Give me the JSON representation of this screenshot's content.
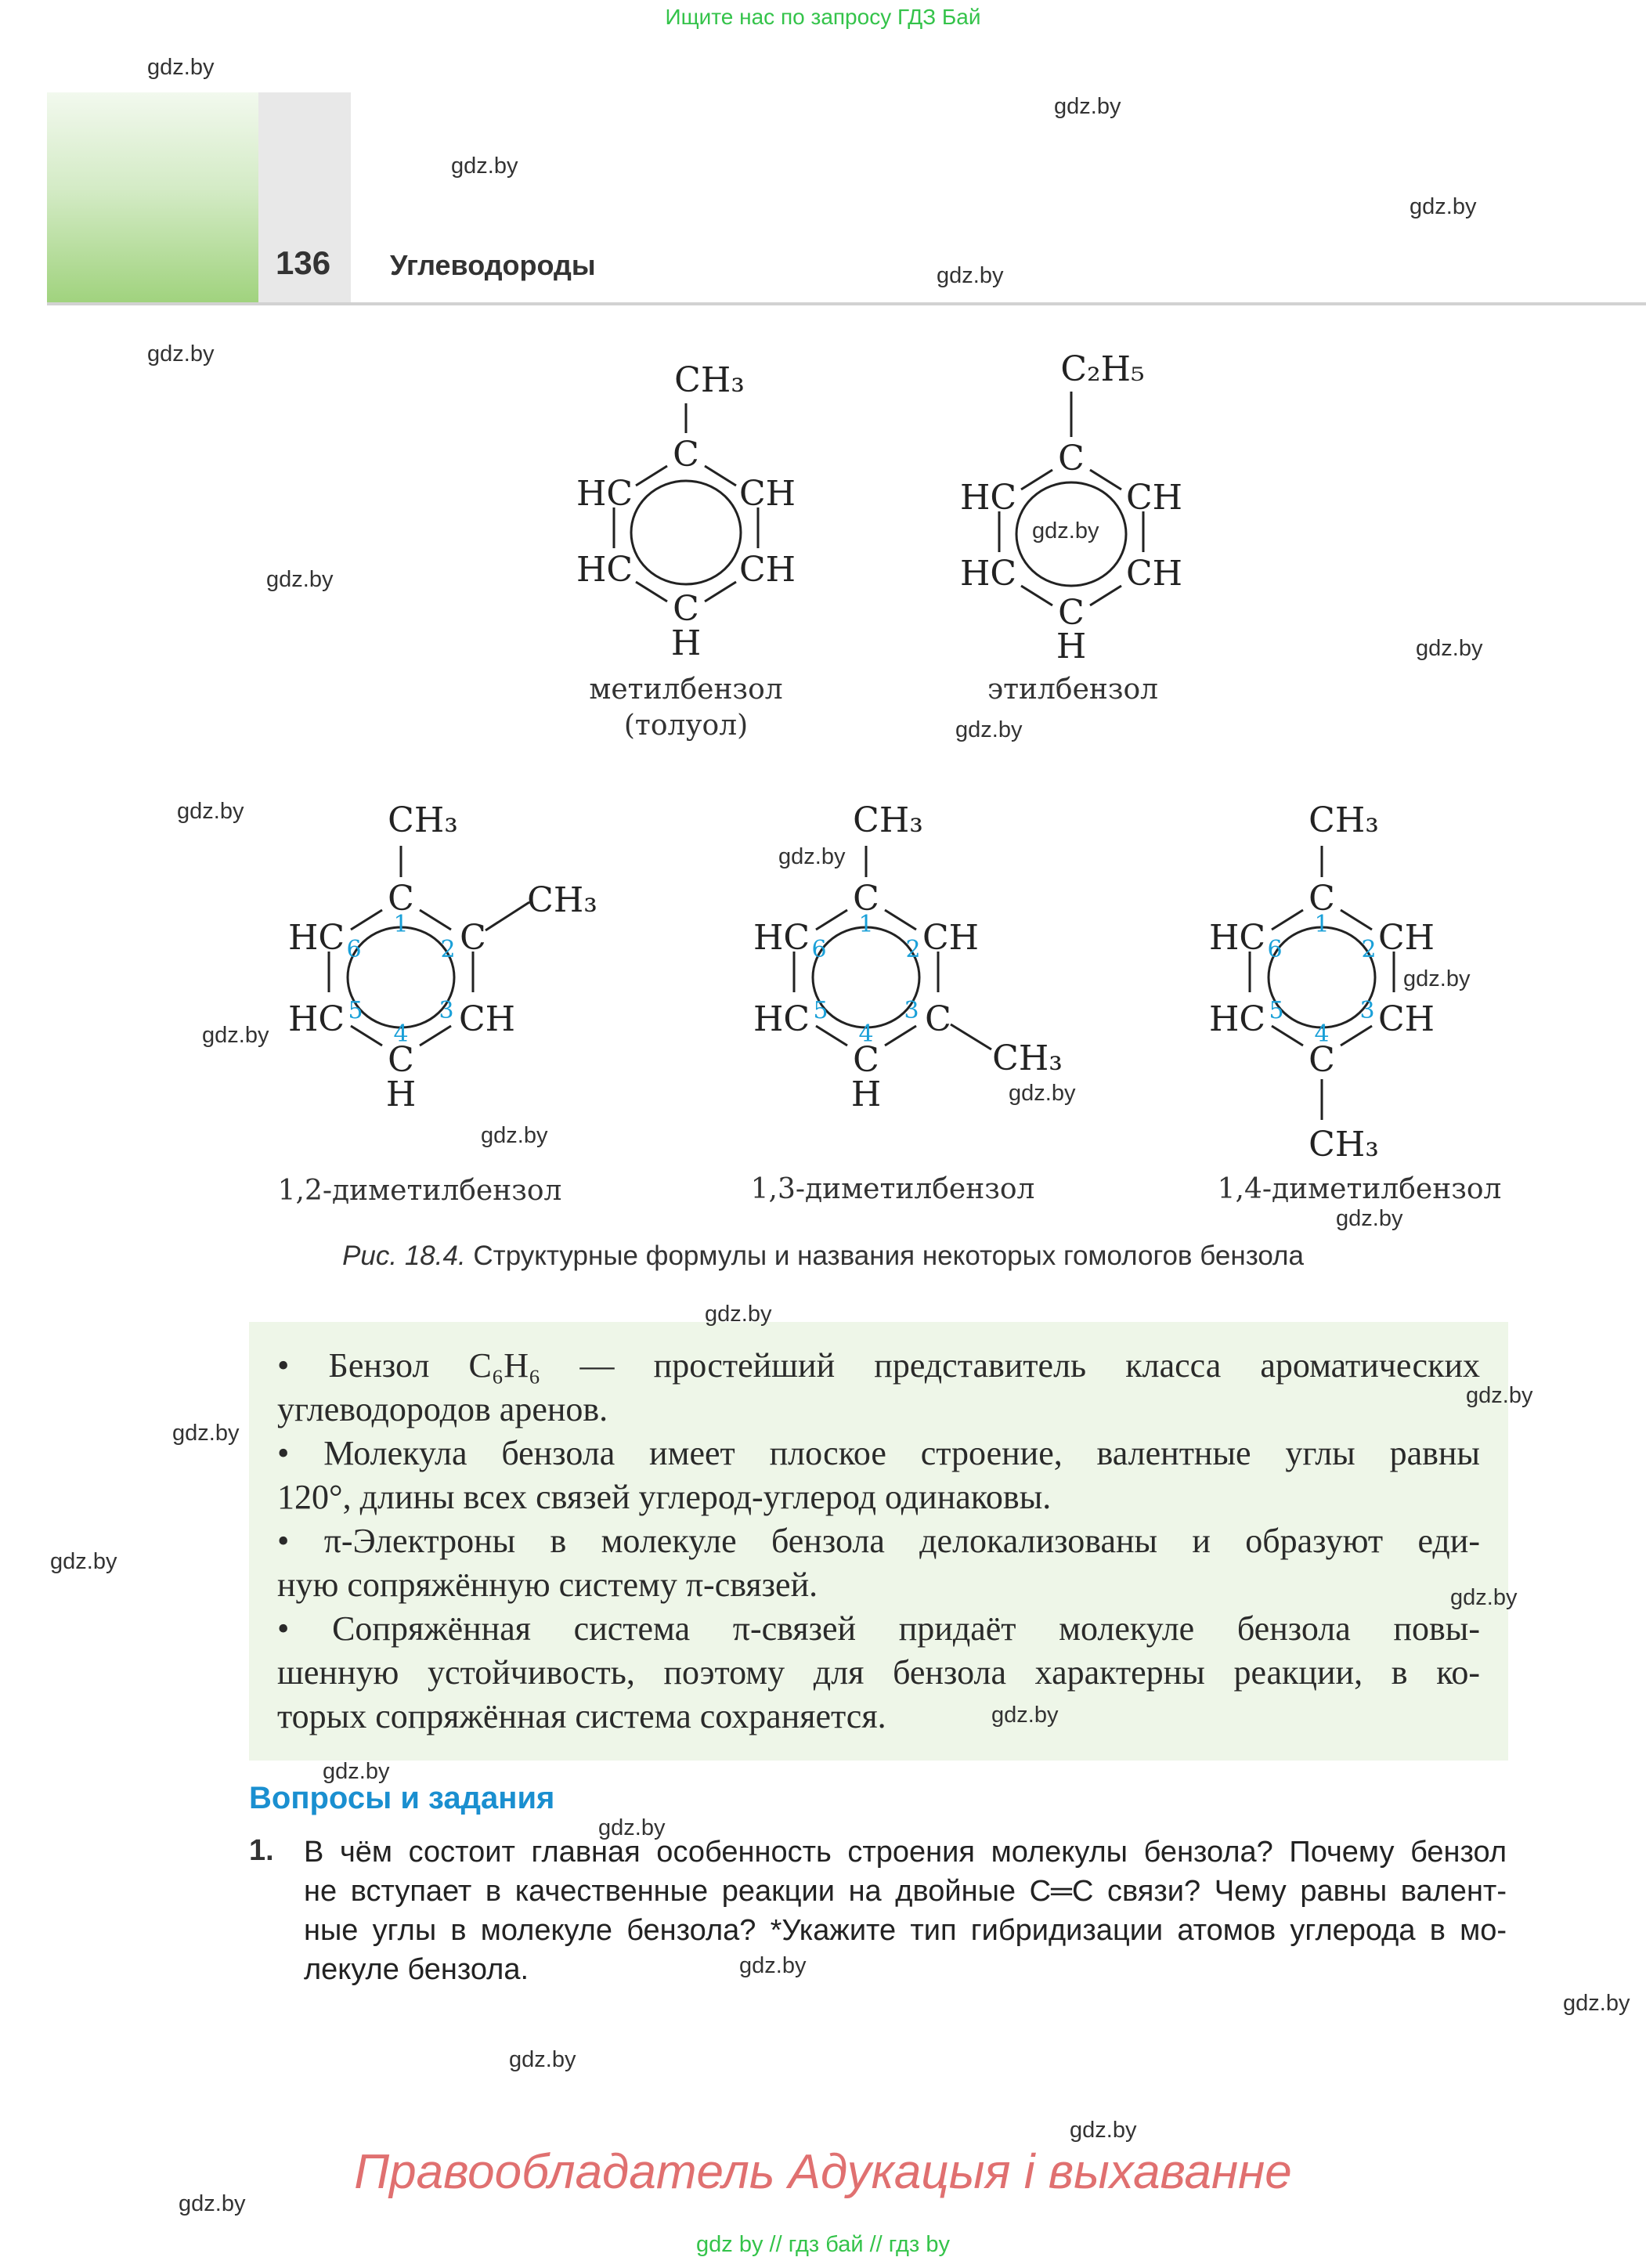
{
  "header": {
    "banner": "Ищите нас по запросу ГДЗ Бай",
    "page_number": "136",
    "section_title": "Углеводороды"
  },
  "watermark": {
    "text": "gdz.by"
  },
  "figure": {
    "molecules": [
      {
        "substituent": "CH₃",
        "ring": [
          "C",
          "HC",
          "CH",
          "HC",
          "CH",
          "C",
          "H"
        ],
        "name": "метилбензол",
        "alt_name": "(толуол)"
      },
      {
        "substituent": "C₂H₅",
        "ring": [
          "C",
          "HC",
          "CH",
          "HC",
          "CH",
          "C",
          "H"
        ],
        "name": "этилбензол"
      },
      {
        "substituent": "CH₃",
        "side": "CH₃",
        "ring": [
          "C",
          "HC",
          "C",
          "HC",
          "CH",
          "C",
          "H"
        ],
        "numbers": [
          "1",
          "2",
          "3",
          "4",
          "5",
          "6"
        ],
        "name": "1,2-диметилбензол"
      },
      {
        "substituent": "CH₃",
        "side": "CH₃",
        "ring": [
          "C",
          "HC",
          "CH",
          "HC",
          "C",
          "C",
          "H"
        ],
        "numbers": [
          "1",
          "2",
          "3",
          "4",
          "5",
          "6"
        ],
        "name": "1,3-диметилбензол"
      },
      {
        "substituent": "CH₃",
        "bottom": "CH₃",
        "ring": [
          "C",
          "HC",
          "CH",
          "HC",
          "CH",
          "C"
        ],
        "numbers": [
          "1",
          "2",
          "3",
          "4",
          "5",
          "6"
        ],
        "name": "1,4-диметилбензол"
      }
    ],
    "caption_label": "Рис. 18.4.",
    "caption_text": "Структурные формулы и названия некоторых гомологов бензола"
  },
  "summary": {
    "lines": [
      "• Бензол C₆H₆ — простейший представитель класса ароматических",
      "углеводородов аренов.",
      "• Молекула бензола имеет плоское строение, валентные углы равны",
      "120°, длины всех связей углерод-углерод одинаковы.",
      "• π-Электроны в молекуле бензола делокализованы и образуют еди-",
      "ную сопряжённую систему π-связей.",
      "• Сопряжённая система π-связей придаёт молекуле бензола повы-",
      "шенную устойчивость, поэтому для бензола характерны реакции, в ко-",
      "торых сопряжённая система сохраняется."
    ]
  },
  "questions": {
    "heading": "Вопросы и задания",
    "items": [
      {
        "number": "1.",
        "lines": [
          "В чём состоит главная особенность строения молекулы бензола? Почему бензол",
          "не вступает в качественные реакции на двойные C═C связи? Чему равны валент-",
          "ные углы в молекуле бензола? *Укажите тип гибридизации атомов углерода в мо-",
          "лекуле бензола."
        ]
      }
    ]
  },
  "footer": {
    "copyright": "Правообладатель Адукацыя і выхаванне",
    "links": "gdz by  //  гдз бай  //  гдз by"
  },
  "colors": {
    "banner_green": "#34c34a",
    "ring_numbers": "#1aa0d8",
    "heading_blue": "#1a8fd0",
    "copyright_red": "#e07070"
  }
}
